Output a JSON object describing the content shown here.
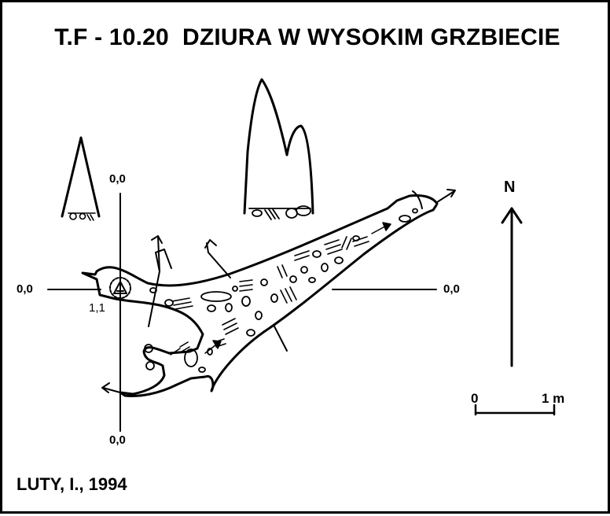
{
  "header": {
    "title": "T.F - 10.20  DZIURA W WYSOKIM GRZBIECIE"
  },
  "footer": {
    "author": "LUTY, I., 1994"
  },
  "axes": {
    "top": "0,0",
    "bottom": "0,0",
    "left": "0,0",
    "right": "0,0",
    "point": "1,1"
  },
  "north": {
    "label": "N"
  },
  "scale": {
    "start": "0",
    "end": "1 m"
  },
  "colors": {
    "ink": "#000000",
    "paper": "#ffffff"
  }
}
